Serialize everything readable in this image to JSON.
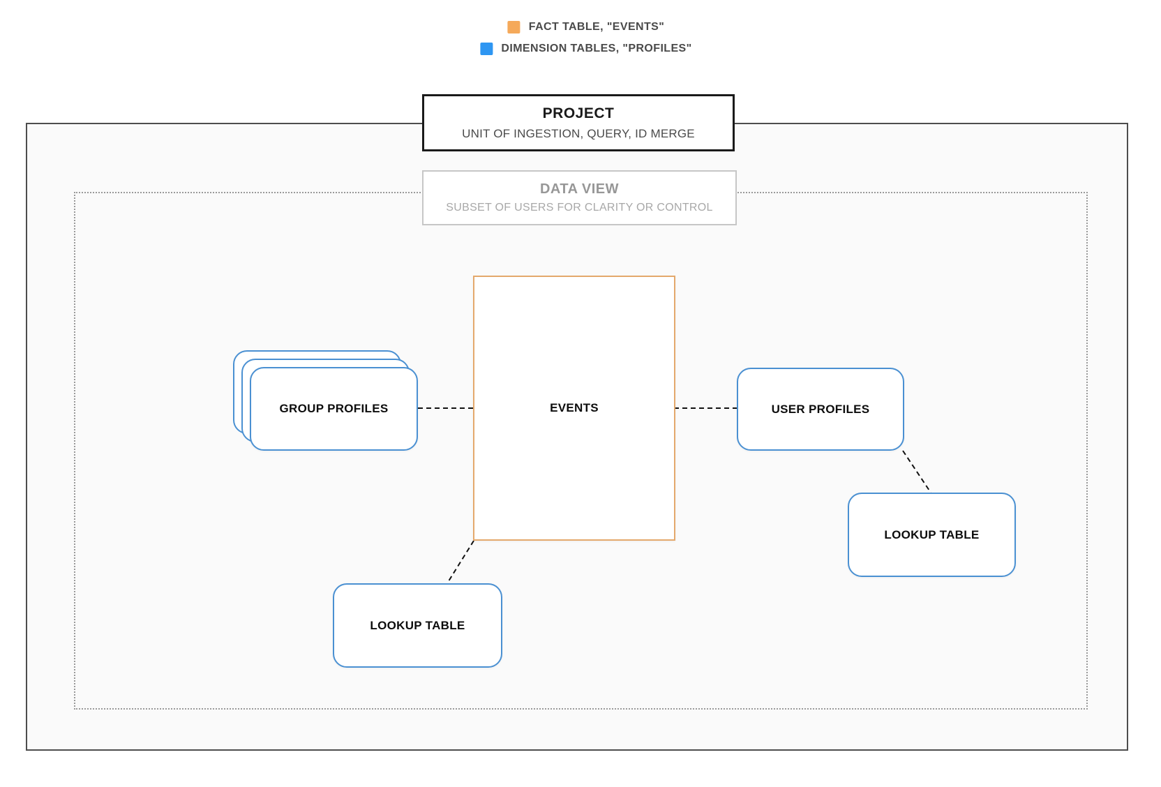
{
  "colors": {
    "fact_orange": "#F5A95A",
    "dimension_blue": "#2E96F2",
    "node_blue_border": "#4A90D2",
    "events_border": "#E4A96C",
    "outer_border": "#4D4D4D",
    "outer_fill": "#FAFAFA",
    "dotted_border": "#999999",
    "connector": "#111111",
    "muted_title": "#979797",
    "muted_subtitle": "#A8A8A8",
    "text_dark": "#1A1A1A",
    "text_gray": "#4A4A4A"
  },
  "legend": {
    "items": [
      {
        "swatch": "fact-orange",
        "label": "FACT TABLE, \"EVENTS\""
      },
      {
        "swatch": "dimension-blue",
        "label": "DIMENSION TABLES, \"PROFILES\""
      }
    ]
  },
  "project": {
    "title": "PROJECT",
    "subtitle": "UNIT OF INGESTION, QUERY, ID MERGE"
  },
  "data_view": {
    "title": "DATA VIEW",
    "subtitle": "SUBSET OF USERS FOR CLARITY OR CONTROL"
  },
  "nodes": {
    "events": {
      "label": "EVENTS",
      "type": "fact"
    },
    "group_profiles": {
      "label": "GROUP PROFILES",
      "type": "dimension",
      "stacked_copies": 3
    },
    "user_profiles": {
      "label": "USER PROFILES",
      "type": "dimension"
    },
    "lookup_right": {
      "label": "LOOKUP TABLE",
      "type": "dimension"
    },
    "lookup_bottom": {
      "label": "LOOKUP TABLE",
      "type": "dimension"
    }
  }
}
